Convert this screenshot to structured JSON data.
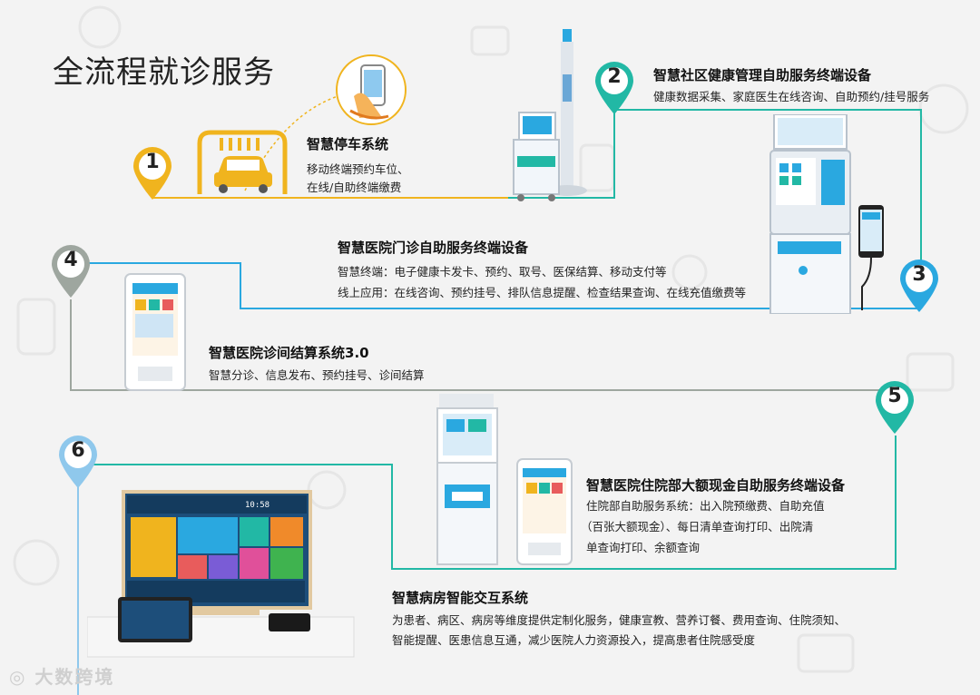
{
  "title": "全流程就诊服务",
  "steps": [
    {
      "num": "1",
      "color": "#f0b41e",
      "heading": "智慧停车系统",
      "lines": [
        "移动终端预约车位、",
        "在线/自助终端缴费"
      ]
    },
    {
      "num": "2",
      "color": "#22b8a5",
      "heading": "智慧社区健康管理自助服务终端设备",
      "lines": [
        "健康数据采集、家庭医生在线咨询、自助预约/挂号服务"
      ]
    },
    {
      "num": "3",
      "color": "#2aa8e0",
      "heading": "智慧医院门诊自助服务终端设备",
      "lines": [
        "智慧终端：电子健康卡发卡、预约、取号、医保结算、移动支付等",
        "线上应用：在线咨询、预约挂号、排队信息提醒、检查结果查询、在线充值缴费等"
      ]
    },
    {
      "num": "4",
      "color": "#9ea69f",
      "heading": "智慧医院诊间结算系统3.0",
      "lines": [
        "智慧分诊、信息发布、预约挂号、诊间结算"
      ]
    },
    {
      "num": "5",
      "color": "#22b8a5",
      "heading": "智慧医院住院部大额现金自助服务终端设备",
      "lines": [
        "住院部自助服务系统：出入院预缴费、自助充值",
        "（百张大额现金）、每日清单查询打印、出院清",
        "单查询打印、余额查询"
      ]
    },
    {
      "num": "6",
      "color": "#8fc8ec",
      "heading": "智慧病房智能交互系统",
      "lines": [
        "为患者、病区、病房等维度提供定制化服务，健康宣教、营养订餐、费用查询、住院须知、",
        "智能提醒、医患信息互通，减少医院人力资源投入，提高患者住院感受度"
      ]
    }
  ],
  "tv": {
    "time": "10:58"
  },
  "watermark": "大数跨境",
  "icons": [
    "phone-hand-icon",
    "car-wash-icon",
    "health-station-icon",
    "kiosk-icon",
    "smartphone-icon",
    "tablet-terminal-icon",
    "cash-kiosk-icon",
    "smart-tv-icon"
  ]
}
